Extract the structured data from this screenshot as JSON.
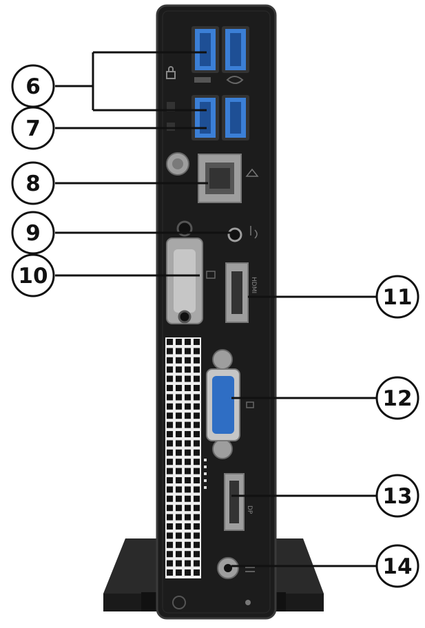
{
  "callouts": [
    {
      "id": "6",
      "label": "6"
    },
    {
      "id": "7",
      "label": "7"
    },
    {
      "id": "8",
      "label": "8"
    },
    {
      "id": "9",
      "label": "9"
    },
    {
      "id": "10",
      "label": "10"
    },
    {
      "id": "11",
      "label": "11"
    },
    {
      "id": "12",
      "label": "12"
    },
    {
      "id": "13",
      "label": "13"
    },
    {
      "id": "14",
      "label": "14"
    }
  ],
  "port_text": {
    "hdmi": "HDMI",
    "dp": "DP"
  },
  "icons": [
    "lock-icon",
    "usb-icon",
    "network-icon",
    "audio-icon",
    "power-icon"
  ],
  "colors": {
    "case": "#1c1c1c",
    "case_edge": "#3a3a3a",
    "usb_blue": "#3b7fd6",
    "vga_blue": "#2f6ec4",
    "port_grey": "#9e9e9e",
    "stand": "#2a2a2a"
  }
}
